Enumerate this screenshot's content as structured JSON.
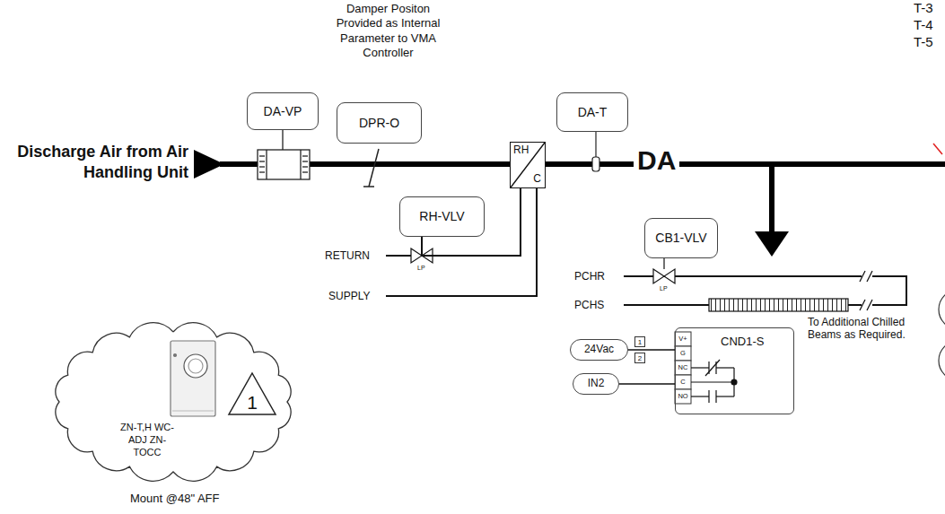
{
  "diagram": {
    "nodes": [
      {
        "text": [
          "DA-VP"
        ]
      },
      {
        "text": [
          "DPR-O"
        ]
      },
      {
        "text": [
          "RH",
          "C"
        ]
      },
      {
        "text": [
          "DA-T"
        ]
      },
      {
        "text": [
          "RH-VLV"
        ]
      },
      {
        "text": [
          "CB1-VLV"
        ]
      },
      {
        "text": [
          "24Vac"
        ]
      },
      {
        "text": [
          "IN2"
        ]
      },
      {
        "text": [
          "CND1-S"
        ]
      },
      {
        "text": [
          "ZN-T,H WC-ADJ ZN-TOCC"
        ]
      },
      {
        "text": [
          "1"
        ],
        "in": 9
      }
    ],
    "edges": [
      {
        "from": 4,
        "to": 2,
        "arrow": "none"
      },
      {
        "from": 6,
        "to": 8,
        "arrow": "none"
      },
      {
        "from": 7,
        "to": 8,
        "arrow": "none"
      }
    ],
    "labels": [
      "Damper Positon Provided as Internal Parameter to VMA Controller",
      "Discharge Air from Air Handling Unit",
      "DA",
      "RETURN",
      "SUPPLY",
      "LP",
      "LP",
      "PCHR",
      "PCHS",
      "To Additional Chilled Beams as Required.",
      "1",
      "2",
      "V+",
      "G",
      "NC",
      "C",
      "NO",
      "Mount @48\" AFF",
      "T-3",
      "T-4",
      "T-5"
    ]
  }
}
